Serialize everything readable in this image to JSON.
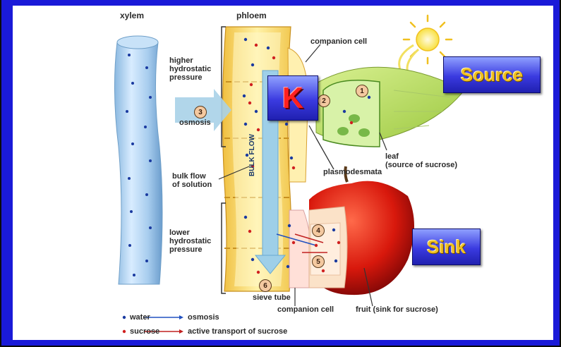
{
  "labels": {
    "xylem": "xylem",
    "phloem": "phloem",
    "companion_cell_top": "companion cell",
    "higher_pressure": "higher\nhydrostatic\npressure",
    "osmosis": "osmosis",
    "bulk_flow_solution": "bulk flow\nof solution",
    "lower_pressure": "lower\nhydrostatic\npressure",
    "bulk_flow_arrow": "BULK FLOW",
    "leaf": "leaf\n(source of sucrose)",
    "plasmodesmata": "plasmodesmata",
    "sieve_tube": "sieve tube",
    "companion_cell_bottom": "companion cell",
    "fruit": "fruit (sink for sucrose)"
  },
  "steps": [
    "1",
    "2",
    "3",
    "4",
    "5",
    "6"
  ],
  "legend": {
    "water": "water",
    "osmosis": "osmosis",
    "sucrose": "sucrose",
    "active_transport": "active transport of sucrose"
  },
  "badges": {
    "k": "K",
    "source": "Source",
    "sink": "Sink"
  },
  "colors": {
    "frame": "#1a1ad8",
    "badge_text": "#f0c020",
    "k_text": "#ff2020",
    "water_dot": "#1a3aa0",
    "sucrose_dot": "#d02020",
    "osmosis_arrow": "#2050c0",
    "active_arrow": "#c02020"
  }
}
